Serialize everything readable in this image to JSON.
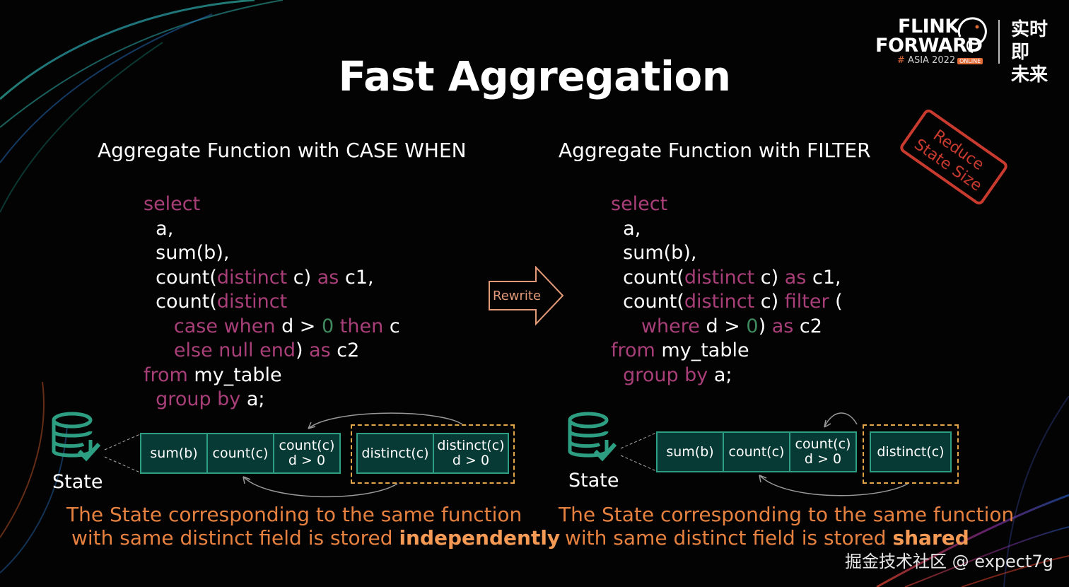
{
  "logo": {
    "line1": "FLINK",
    "line2": "FORWARD",
    "hash": "#",
    "event": "ASIA 2022",
    "badge": "ONLINE",
    "cn_line1": "实时即",
    "cn_line2": "未来"
  },
  "title": "Fast Aggregation",
  "left": {
    "subtitle": "Aggregate Function with CASE WHEN",
    "state_label": "State",
    "cells": [
      "sum(b)",
      "count(c)",
      "count(c)\nd > 0",
      "distinct(c)",
      "distinct(c)\nd > 0"
    ],
    "caption_line1": "The State corresponding to the same function",
    "caption_line2_prefix": "with same distinct field is stored ",
    "caption_line2_bold": "independently"
  },
  "right": {
    "subtitle": "Aggregate Function with FILTER",
    "state_label": "State",
    "cells": [
      "sum(b)",
      "count(c)",
      "count(c)\nd > 0",
      "distinct(c)"
    ],
    "caption_line1": "The State corresponding to the same function",
    "caption_line2_prefix": "with same distinct field is stored ",
    "caption_line2_bold": "shared"
  },
  "stamp": {
    "line1": "Reduce",
    "line2": "State Size"
  },
  "rewrite_label": "Rewrite",
  "watermark": "掘金技术社区 @ expect7g",
  "colors": {
    "keyword": "#a83f79",
    "number": "#3f8a5e",
    "caption": "#e6813f",
    "cell_border": "#2d9e82",
    "cell_fill": "#083a35",
    "dashed_group": "#e3a54a",
    "stamp": "#c93a2f"
  },
  "icons": [
    "database-check-icon",
    "right-arrow-icon",
    "squirrel-logo-icon"
  ]
}
